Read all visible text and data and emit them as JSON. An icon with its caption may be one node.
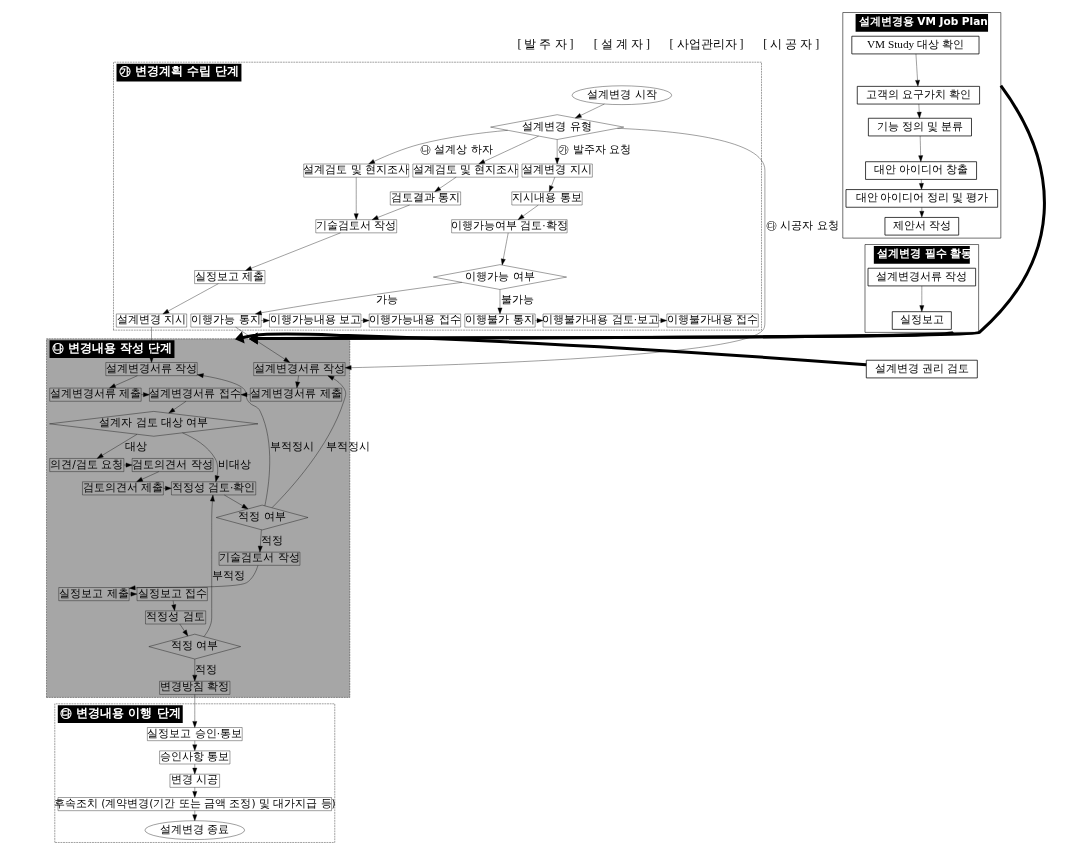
{
  "diagram": {
    "nodes": [
      {
        "text": [
          "㉮ 변경계획 수립 단계"
        ]
      },
      {
        "text": [
          "설계변경 시작"
        ],
        "in": 0
      },
      {
        "text": [
          "설계변경 유형"
        ],
        "in": 0
      },
      {
        "text": [
          "설계검토 및 현지조사"
        ],
        "in": 0
      },
      {
        "text": [
          "설계검토 및 현지조사"
        ],
        "in": 0
      },
      {
        "text": [
          "기술검토서 작성"
        ],
        "in": 0
      },
      {
        "text": [
          "검토결과 통지"
        ],
        "in": 0
      },
      {
        "text": [
          "실정보고 제출"
        ],
        "in": 0
      },
      {
        "text": [
          "설계변경 지시"
        ],
        "in": 0
      },
      {
        "text": [
          "지시내용 통보"
        ],
        "in": 0
      },
      {
        "text": [
          "이행가능여부 검토·확정"
        ],
        "in": 0
      },
      {
        "text": [
          "설계변경 지시"
        ],
        "in": 0
      },
      {
        "text": [
          "이행가능 여부"
        ],
        "in": 0
      },
      {
        "text": [
          "이행불가내용 접수"
        ],
        "in": 0
      },
      {
        "text": [
          "이행불가내용 검토·보고"
        ],
        "in": 0
      },
      {
        "text": [
          "이행불가 통지"
        ],
        "in": 0
      },
      {
        "text": [
          "이행가능내용 접수"
        ],
        "in": 0
      },
      {
        "text": [
          "이행가능내용 보고"
        ],
        "in": 0
      },
      {
        "text": [
          "이행가능 통지"
        ],
        "in": 0
      },
      {
        "text": [
          "㉯ 변경내용 작성 단계"
        ]
      },
      {
        "text": [
          "설계변경서류 작성"
        ],
        "in": 19
      },
      {
        "text": [
          "설계변경서류 작성"
        ],
        "in": 19
      },
      {
        "text": [
          "설계변경서류 제출"
        ],
        "in": 19
      },
      {
        "text": [
          "설계변경서류 접수"
        ],
        "in": 19
      },
      {
        "text": [
          "설계변경서류 제출"
        ],
        "in": 19
      },
      {
        "text": [
          "설계자 검토 대상 여부"
        ],
        "in": 19
      },
      {
        "text": [
          "검토의견서 작성"
        ],
        "in": 19
      },
      {
        "text": [
          "의견/검토 요청"
        ],
        "in": 19
      },
      {
        "text": [
          "검토의견서 제출"
        ],
        "in": 19
      },
      {
        "text": [
          "적정성 검토·확인"
        ],
        "in": 19
      },
      {
        "text": [
          "적정 여부"
        ],
        "in": 19
      },
      {
        "text": [
          "실정보고 접수"
        ],
        "in": 19
      },
      {
        "text": [
          "기술검토서 작성"
        ],
        "in": 19
      },
      {
        "text": [
          "적정성 검토"
        ],
        "in": 19
      },
      {
        "text": [
          "실정보고 제출"
        ],
        "in": 19
      },
      {
        "text": [
          "적정 여부"
        ],
        "in": 19
      },
      {
        "text": [
          "변경방침 확정"
        ],
        "in": 19
      },
      {
        "text": [
          "㉰ 변경내용 이행 단계"
        ]
      },
      {
        "text": [
          "실정보고 승인·통보"
        ],
        "in": 37
      },
      {
        "text": [
          "승인사항 통보"
        ],
        "in": 37
      },
      {
        "text": [
          "변경 시공"
        ],
        "in": 37
      },
      {
        "text": [
          "후속조치 (계약변경(기간 또는 금액 조정) 및 대가지급 등)"
        ],
        "in": 37
      },
      {
        "text": [
          "설계변경 종료"
        ],
        "in": 37
      },
      {
        "text": [
          "설계변경용 VM Job Plan"
        ]
      },
      {
        "text": [
          "VM Study 대상 확인"
        ],
        "in": 43
      },
      {
        "text": [
          "고객의 요구가치 확인"
        ],
        "in": 43
      },
      {
        "text": [
          "기능 정의 및 분류"
        ],
        "in": 43
      },
      {
        "text": [
          "대안 아이디어 창출"
        ],
        "in": 43
      },
      {
        "text": [
          "대안 아이디어 정리 및 평가"
        ],
        "in": 43
      },
      {
        "text": [
          "제안서 작성"
        ],
        "in": 43
      },
      {
        "text": [
          "설계변경 필수 활동"
        ]
      },
      {
        "text": [
          "설계변경서류 작성"
        ],
        "in": 50
      },
      {
        "text": [
          "실정보고"
        ],
        "in": 50
      },
      {
        "text": [
          "설계변경 권리 검토"
        ]
      }
    ],
    "edges": [
      {
        "from": 1,
        "to": 2,
        "arrow": "to"
      },
      {
        "from": 2,
        "to": 8,
        "arrow": "to",
        "label": "㉮ 발주자 요청"
      },
      {
        "from": 2,
        "to": 3,
        "arrow": "to",
        "label": "㉯ 설계상 하자"
      },
      {
        "from": 2,
        "to": 4,
        "arrow": "to"
      },
      {
        "from": 2,
        "to": 21,
        "arrow": "to",
        "label": "㉰ 시공자 요청"
      },
      {
        "from": 3,
        "to": 5,
        "arrow": "to"
      },
      {
        "from": 4,
        "to": 6,
        "arrow": "to"
      },
      {
        "from": 6,
        "to": 5,
        "arrow": "to"
      },
      {
        "from": 5,
        "to": 7,
        "arrow": "to"
      },
      {
        "from": 7,
        "to": 11,
        "arrow": "to"
      },
      {
        "from": 8,
        "to": 9,
        "arrow": "to"
      },
      {
        "from": 9,
        "to": 10,
        "arrow": "to"
      },
      {
        "from": 10,
        "to": 12,
        "arrow": "to"
      },
      {
        "from": 12,
        "to": 15,
        "arrow": "to",
        "label": "불가능"
      },
      {
        "from": 12,
        "to": 18,
        "arrow": "to",
        "label": "가능"
      },
      {
        "from": 15,
        "to": 14,
        "arrow": "to"
      },
      {
        "from": 14,
        "to": 13,
        "arrow": "to"
      },
      {
        "from": 18,
        "to": 17,
        "arrow": "to"
      },
      {
        "from": 17,
        "to": 16,
        "arrow": "to"
      },
      {
        "from": 18,
        "to": 21,
        "arrow": "to"
      },
      {
        "from": 11,
        "to": 20,
        "arrow": "to"
      },
      {
        "from": 20,
        "to": 22,
        "arrow": "to"
      },
      {
        "from": 21,
        "to": 24,
        "arrow": "to"
      },
      {
        "from": 22,
        "to": 23,
        "arrow": "to"
      },
      {
        "from": 24,
        "to": 23,
        "arrow": "to"
      },
      {
        "from": 23,
        "to": 25,
        "arrow": "to"
      },
      {
        "from": 25,
        "to": 27,
        "arrow": "to",
        "label": "대상"
      },
      {
        "from": 25,
        "to": 29,
        "arrow": "to",
        "label": "비대상"
      },
      {
        "from": 27,
        "to": 26,
        "arrow": "to"
      },
      {
        "from": 26,
        "to": 28,
        "arrow": "to"
      },
      {
        "from": 28,
        "to": 29,
        "arrow": "to"
      },
      {
        "from": 29,
        "to": 30,
        "arrow": "to"
      },
      {
        "from": 30,
        "to": 32,
        "arrow": "to",
        "label": "적정"
      },
      {
        "from": 30,
        "to": 20,
        "arrow": "to",
        "label": "부적정시"
      },
      {
        "from": 30,
        "to": 21,
        "arrow": "to",
        "label": "부적정시"
      },
      {
        "from": 32,
        "to": 34,
        "arrow": "to"
      },
      {
        "from": 34,
        "to": 31,
        "arrow": "to"
      },
      {
        "from": 31,
        "to": 33,
        "arrow": "to"
      },
      {
        "from": 33,
        "to": 35,
        "arrow": "to"
      },
      {
        "from": 35,
        "to": 36,
        "arrow": "to",
        "label": "적정"
      },
      {
        "from": 35,
        "to": 29,
        "arrow": "to",
        "label": "부적정"
      },
      {
        "from": 36,
        "to": 38,
        "arrow": "to"
      },
      {
        "from": 38,
        "to": 39,
        "arrow": "to"
      },
      {
        "from": 39,
        "to": 40,
        "arrow": "to"
      },
      {
        "from": 40,
        "to": 41,
        "arrow": "to"
      },
      {
        "from": 41,
        "to": 42,
        "arrow": "to"
      },
      {
        "from": 44,
        "to": 45,
        "arrow": "to"
      },
      {
        "from": 45,
        "to": 46,
        "arrow": "to"
      },
      {
        "from": 46,
        "to": 47,
        "arrow": "to"
      },
      {
        "from": 47,
        "to": 48,
        "arrow": "to"
      },
      {
        "from": 48,
        "to": 49,
        "arrow": "to"
      },
      {
        "from": 51,
        "to": 52,
        "arrow": "to"
      },
      {
        "from": 43,
        "to": 19,
        "arrow": "to",
        "style": "thick"
      },
      {
        "from": 50,
        "to": 19,
        "arrow": "to",
        "style": "thick"
      },
      {
        "from": 53,
        "to": 19,
        "arrow": "to",
        "style": "thick"
      }
    ],
    "labels": [
      "[ 발 주 자 ]",
      "[ 설 계 자 ]",
      "[ 사업관리자 ]",
      "[ 시 공 자 ]"
    ]
  }
}
